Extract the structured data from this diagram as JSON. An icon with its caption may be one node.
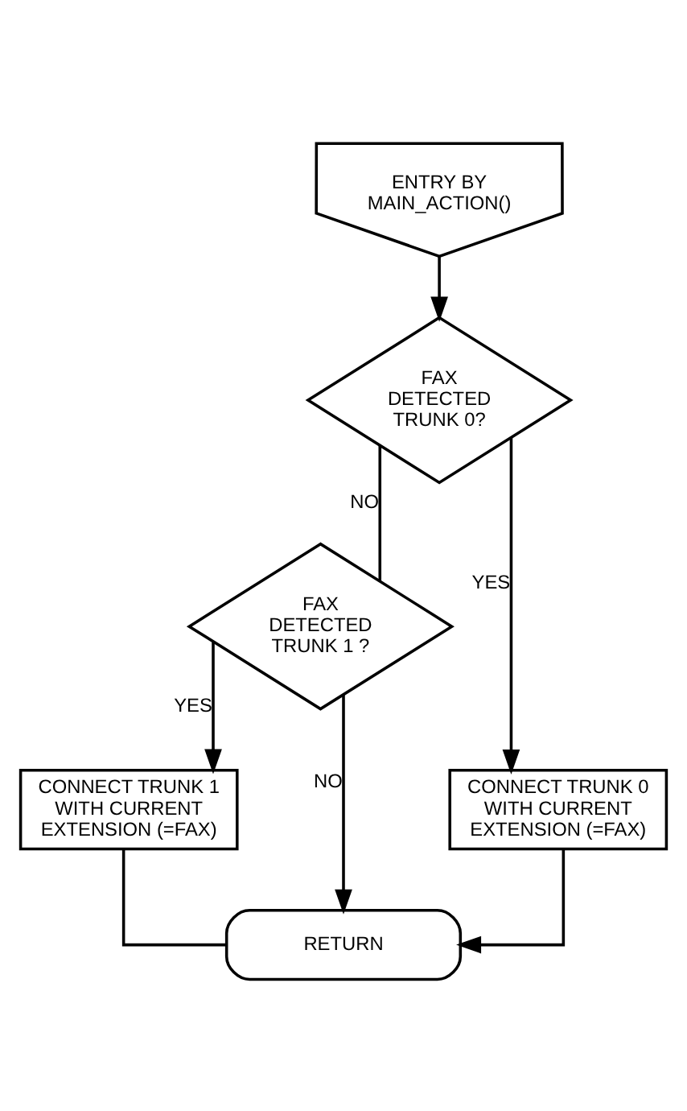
{
  "diagram": {
    "nodes": [
      {
        "text": [
          "ENTRY BY MAIN_ACTION()"
        ]
      },
      {
        "text": [
          "FAX DETECTED TRUNK 0?"
        ]
      },
      {
        "text": [
          "FAX DETECTED TRUNK 1 ?"
        ]
      },
      {
        "text": [
          "CONNECT TRUNK 0 WITH CURRENT EXTENSION (=FAX)"
        ]
      },
      {
        "text": [
          "CONNECT TRUNK 1 WITH CURRENT EXTENSION (=FAX)"
        ]
      },
      {
        "text": [
          "RETURN"
        ]
      }
    ],
    "edges": [
      {
        "from": 0,
        "to": 1,
        "arrow": "to"
      },
      {
        "from": 1,
        "to": 2,
        "label": "NO",
        "arrow": "none"
      },
      {
        "from": 1,
        "to": 3,
        "label": "YES",
        "arrow": "to"
      },
      {
        "from": 2,
        "to": 4,
        "label": "YES",
        "arrow": "to"
      },
      {
        "from": 2,
        "to": 5,
        "label": "NO",
        "arrow": "to"
      },
      {
        "from": 4,
        "to": 5,
        "arrow": "none"
      },
      {
        "from": 3,
        "to": 5,
        "arrow": "to"
      }
    ]
  }
}
